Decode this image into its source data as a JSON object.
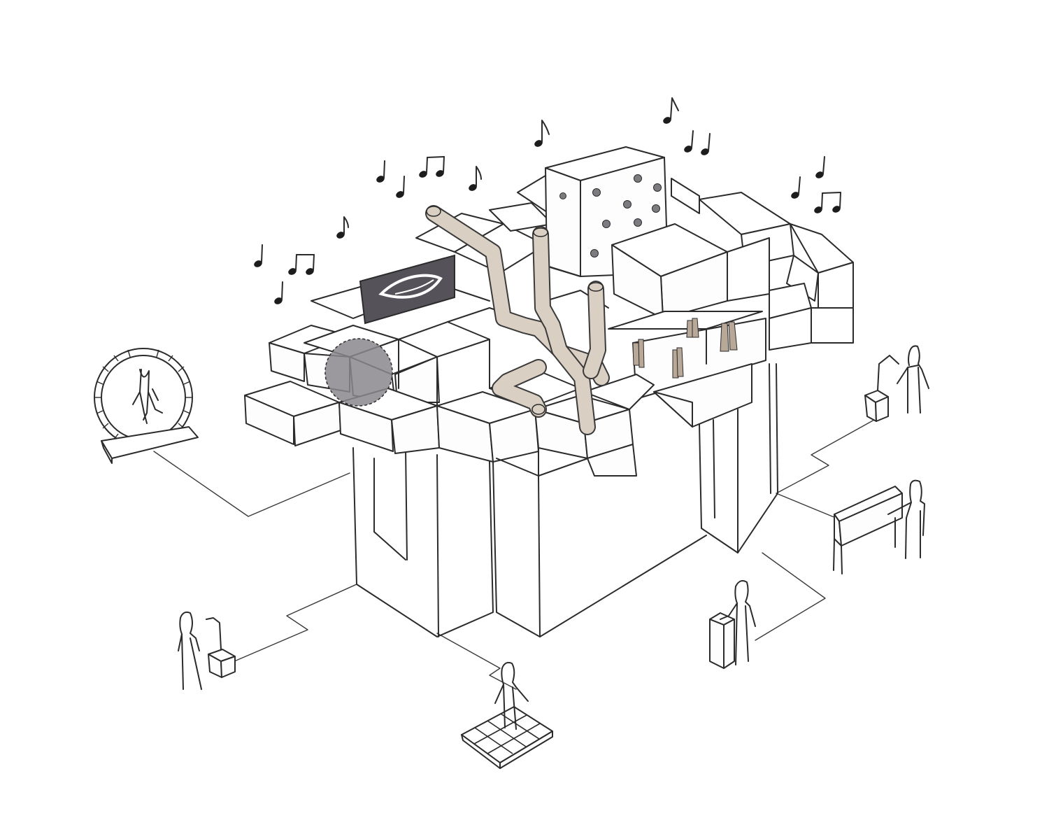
{
  "colors": {
    "ink": "#2b2b2b",
    "pipe": "#d9cfc3",
    "screen": "#55525a",
    "sphere": "#8a878c",
    "dots": "#7d7b80",
    "cones": "#b8a898"
  },
  "elements": {
    "structure": "modular-cube-grid",
    "music_notes": "music-note-icons",
    "people": [
      "person-in-hamster-wheel",
      "person-at-microphone-right",
      "person-at-piano",
      "person-at-lectern",
      "person-on-floor-grid",
      "person-at-microphone-left"
    ]
  }
}
